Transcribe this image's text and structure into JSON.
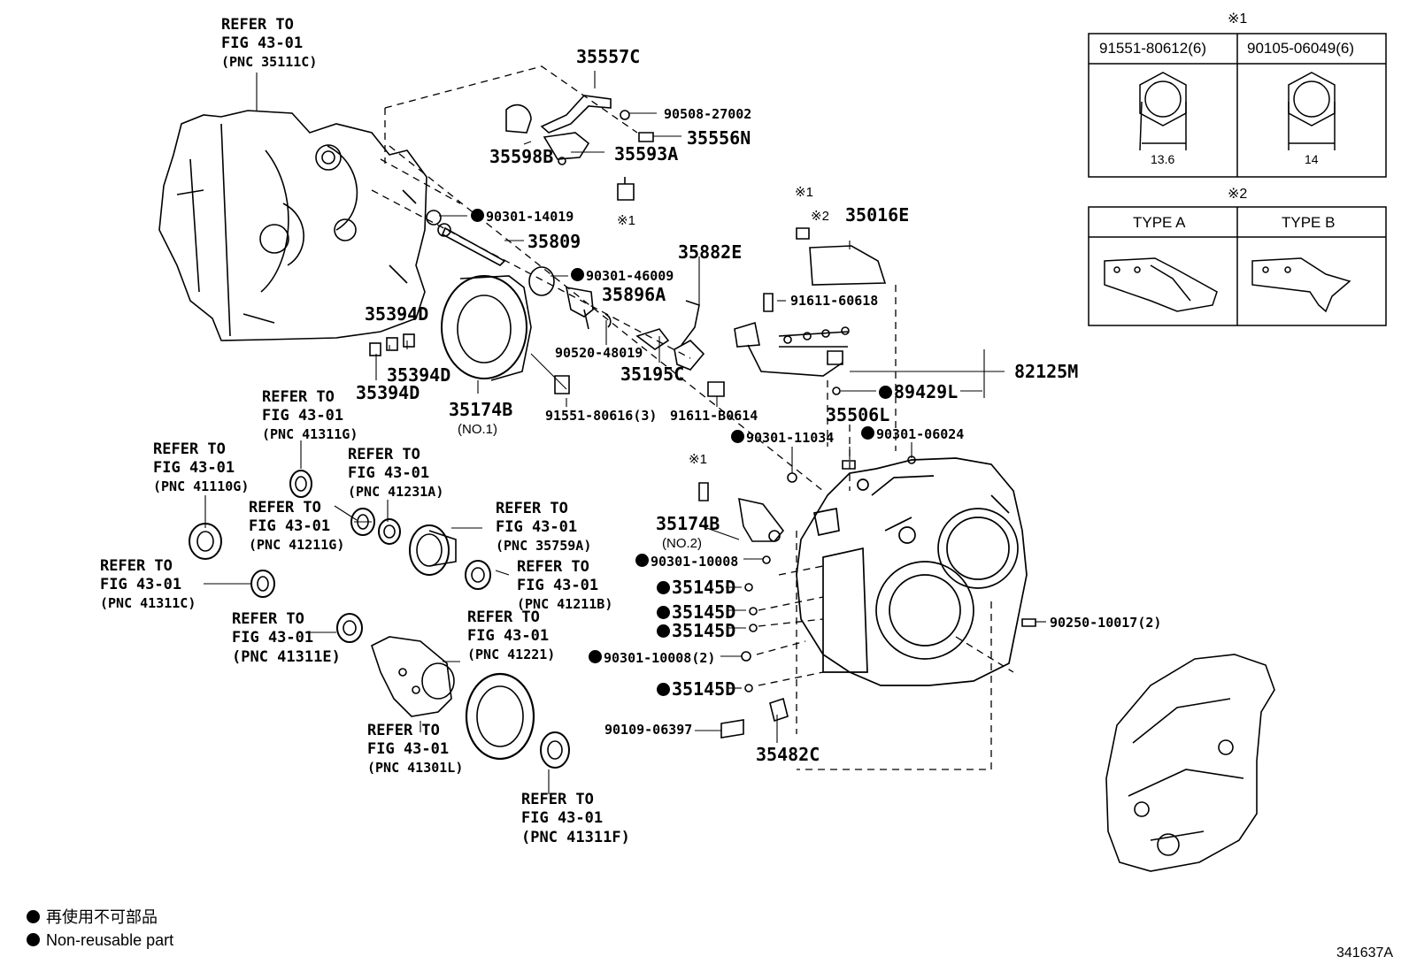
{
  "top_refs": {
    "housing": {
      "l1": "REFER TO",
      "l2": "FIG 43-01",
      "l3": "(PNC 35111C)"
    }
  },
  "parts": {
    "p35557C": "35557C",
    "p90508_27002": "90508-27002",
    "p35556N": "35556N",
    "p35598B": "35598B",
    "p35593A": "35593A",
    "mark1_a": "※1",
    "p90301_14019": "90301-14019",
    "p35809": "35809",
    "p90301_46009": "90301-46009",
    "p35896A": "35896A",
    "p35882E": "35882E",
    "mark1_b": "※1",
    "mark2_b": "※2",
    "p35016E": "35016E",
    "p91611_60618": "91611-60618",
    "p35394D_a": "35394D",
    "p35394D_b": "35394D",
    "p35394D_c": "35394D",
    "p90520_48019": "90520-48019",
    "p35195C": "35195C",
    "p82125M": "82125M",
    "p89429L": "89429L",
    "p35174B_1": "35174B",
    "no1": "(NO.1)",
    "p91551_80616": "91551-80616(3)",
    "p91611_B0614": "91611-B0614",
    "p35506L": "35506L",
    "p90301_11034": "90301-11034",
    "p90301_06024": "90301-06024",
    "mark1_c": "※1",
    "p35174B_2": "35174B",
    "no2": "(NO.2)",
    "p90301_10008": "90301-10008",
    "p35145D_a": "35145D",
    "p35145D_b": "35145D",
    "p35145D_c": "35145D",
    "p90301_10008_2": "90301-10008(2)",
    "p35145D_d": "35145D",
    "p90250_10017": "90250-10017(2)",
    "p90109_06397": "90109-06397",
    "p35482C": "35482C"
  },
  "refs": {
    "r41311G": {
      "l1": "REFER TO",
      "l2": "FIG 43-01",
      "l3": "(PNC 41311G)"
    },
    "r41110G": {
      "l1": "REFER TO",
      "l2": "FIG 43-01",
      "l3": "(PNC 41110G)"
    },
    "r41231A": {
      "l1": "REFER TO",
      "l2": "FIG 43-01",
      "l3": "(PNC 41231A)"
    },
    "r41211G": {
      "l1": "REFER TO",
      "l2": "FIG 43-01",
      "l3": "(PNC 41211G)"
    },
    "r35759A": {
      "l1": "REFER TO",
      "l2": "FIG 43-01",
      "l3": "(PNC 35759A)"
    },
    "r41311C": {
      "l1": "REFER TO",
      "l2": "FIG 43-01",
      "l3": "(PNC 41311C)"
    },
    "r41211B": {
      "l1": "REFER TO",
      "l2": "FIG 43-01",
      "l3": "(PNC 41211B)"
    },
    "r41311E": {
      "l1": "REFER TO",
      "l2": "FIG 43-01",
      "l3": "(PNC 41311E)"
    },
    "r41221": {
      "l1": "REFER TO",
      "l2": "FIG 43-01",
      "l3": "(PNC 41221)"
    },
    "r41301L": {
      "l1": "REFER TO",
      "l2": "FIG 43-01",
      "l3": "(PNC 41301L)"
    },
    "r41311F": {
      "l1": "REFER TO",
      "l2": "FIG 43-01",
      "l3": "(PNC 41311F)"
    }
  },
  "inset1": {
    "mark": "※1",
    "col1_header": "91551-80612(6)",
    "col2_header": "90105-06049(6)",
    "col1_dim": "13.6",
    "col2_dim": "14"
  },
  "inset2": {
    "mark": "※2",
    "col1_header": "TYPE A",
    "col2_header": "TYPE B"
  },
  "legend": {
    "line1": "再使用不可部品",
    "line2": "Non-reusable part"
  },
  "figure_id": "341637A"
}
